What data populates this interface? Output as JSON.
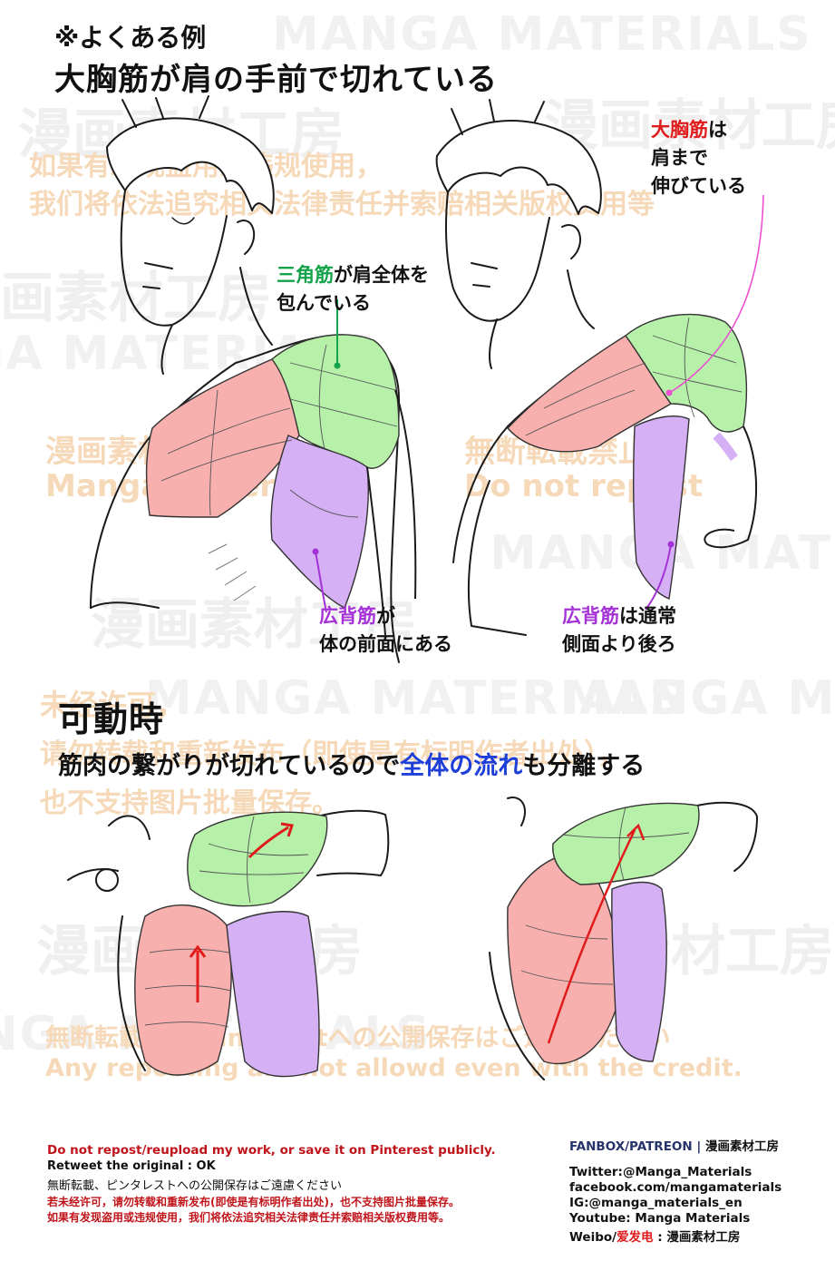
{
  "header": {
    "sub_title": "※よくある例",
    "main_title": "大胸筋が肩の手前で切れている"
  },
  "labels": {
    "deltoid": {
      "part1": "三角筋",
      "part2": "が肩全体を",
      "line2": "包んでいる"
    },
    "pectoralis": {
      "part1": "大胸筋",
      "part2": "は",
      "line2": "肩まで",
      "line3": "伸びている"
    },
    "lat_left": {
      "part1": "広背筋",
      "part2": "が",
      "line2": "体の前面にある"
    },
    "lat_right": {
      "part1": "広背筋",
      "part2": "は通常",
      "line2": "側面より後ろ"
    }
  },
  "section2": {
    "heading": "可動時",
    "sentence_part1": "筋肉の繋がりが切れているので",
    "sentence_highlight": "全体の流れ",
    "sentence_part2": "も分離する"
  },
  "watermarks": {
    "en_row": "MANGA MATERIALS",
    "jp_row": "漫画素材工房",
    "cn_line1": "如果有发现盗用或违规使用，",
    "cn_line2": "我们将依法追究相关法律责任并索赔相关版权费用等",
    "studio_jp": "漫画素材工房",
    "studio_en": "Manga Materials",
    "no_repost_jp": "無断転載禁止",
    "no_repost_en": "Do not repost",
    "cn_mid1": "未经许可，",
    "cn_mid2": "请勿转载和重新发布（即使是有标明作者出处），",
    "cn_mid3": "也不支持图片批量保存。",
    "pinterest_jp": "無断転載禁止 Pinterestへの公開保存はご遠慮ください",
    "pinterest_en": "Any reposting are not allowd even with the credit."
  },
  "footer": {
    "warning_en": "Do not repost/reupload my work, or save it on Pinterest publicly.",
    "retweet": "Retweet the original : OK",
    "warning_jp": "無断転載、ピンタレストへの公開保存はご遠慮ください",
    "warning_cn1": "若未经许可，请勿转载和重新发布(即使是有标明作者出处)，也不支持图片批量保存。",
    "warning_cn2": "如果有发现盗用或违规使用，我们将依法追究相关法律责任并索赔相关版权费用等。",
    "fanbox": "FANBOX/PATREON",
    "fanbox_sep": " | ",
    "fanbox_studio": "漫画素材工房",
    "twitter": "Twitter:@Manga_Materials",
    "facebook": "facebook.com/mangamaterials",
    "instagram": "IG:@manga_materials_en",
    "youtube": "Youtube: Manga Materials",
    "weibo_prefix": "Weibo/",
    "weibo_red": "爱发电",
    "weibo_suffix": " : 漫画素材工房"
  },
  "colors": {
    "deltoid_green": "#b7f0a8",
    "pectoral_pink": "#f7b0ae",
    "lat_purple": "#d6b0f5",
    "label_green": "#14a24a",
    "label_red": "#e01b1b",
    "label_purple": "#a532d6",
    "highlight_blue": "#1d3ed8",
    "watermark_orange": "#f6d9b8",
    "footer_red": "#c0141b"
  }
}
